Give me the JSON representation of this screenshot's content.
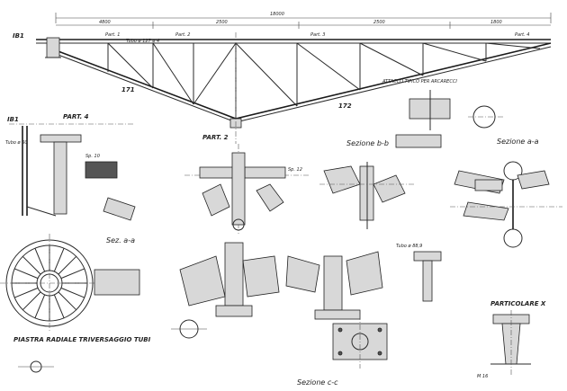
{
  "sheet": {
    "bg": "#ffffff",
    "ink": "#222222"
  },
  "truss": {
    "span_total": "18000",
    "dim_left": "4800",
    "dim_right": "1800",
    "dim_mid_1": "2500",
    "dim_mid_2": "2500",
    "node_a": "IB1",
    "node_top": "171",
    "node_bottom": "172",
    "note_tubes": "ATTACCO TIPICO PER ARCARECCI",
    "p1": "Part. 1",
    "p2": "Part. 2",
    "p3": "Part. 3",
    "p4": "Part. 4",
    "tubo": "Tubo ø 127 ø 4"
  },
  "details": {
    "part4": "PART. 4",
    "part2": "PART. 2",
    "sec_bb": "Sezione b-b",
    "sec_aa": "Sez. a-a",
    "sec_aa2": "Sezione a-a",
    "sec_cc": "Sezione c-c",
    "particolare_x": "PARTICOLARE X",
    "tipo_tubi": "PIASTRA RADIALE TRIVERSAGGIO TUBI",
    "label_ib1": "IB1",
    "label_ib1b": "IB1"
  },
  "annotations": {
    "plate_a": "Sp. 10",
    "plate_b": "Sp. 12",
    "tubo_small": "Tubo ø 60",
    "tubo_mid": "Tubo ø 88,9",
    "bolt": "M 16"
  }
}
